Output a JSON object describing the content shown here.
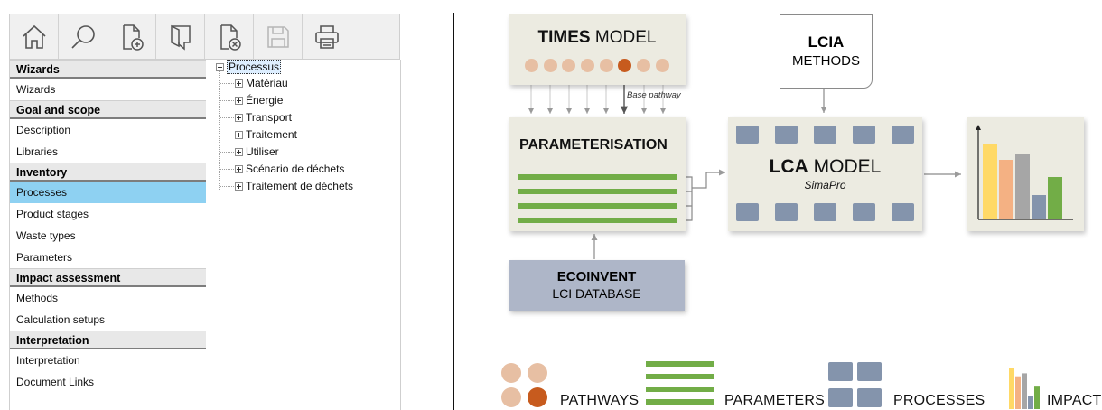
{
  "toolbar": {
    "buttons": [
      "home-icon",
      "search-icon",
      "new-document-icon",
      "open-book-icon",
      "close-document-icon",
      "save-icon",
      "print-icon"
    ]
  },
  "nav": {
    "sections": [
      {
        "header": "Wizards",
        "items": [
          "Wizards"
        ]
      },
      {
        "header": "Goal and scope",
        "items": [
          "Description",
          "Libraries"
        ]
      },
      {
        "header": "Inventory",
        "items": [
          "Processes",
          "Product stages",
          "Waste types",
          "Parameters"
        ]
      },
      {
        "header": "Impact assessment",
        "items": [
          "Methods",
          "Calculation setups"
        ]
      },
      {
        "header": "Interpretation",
        "items": [
          "Interpretation",
          "Document Links"
        ]
      }
    ],
    "selected": "Processes"
  },
  "tree": {
    "root": "Processus",
    "children": [
      "Matériau",
      "Énergie",
      "Transport",
      "Traitement",
      "Utiliser",
      "Scénario de déchets",
      "Traitement de déchets"
    ]
  },
  "diagram": {
    "times": {
      "bold": "TIMES",
      "rest": " MODEL",
      "base_pathway": "Base pathway"
    },
    "lcia": {
      "line1": "LCIA",
      "line2": "METHODS"
    },
    "parameterisation": "PARAMETERISATION",
    "lca": {
      "bold": "LCA",
      "rest": " MODEL",
      "sub": "SimaPro"
    },
    "ecoinvent": {
      "line1": "ECOINVENT",
      "line2": "LCI DATABASE"
    },
    "impact_bars": [
      {
        "color": "#ffd966",
        "value": 0.83
      },
      {
        "color": "#f4b183",
        "value": 0.66
      },
      {
        "color": "#a6a6a6",
        "value": 0.72
      },
      {
        "color": "#8494ac",
        "value": 0.27
      },
      {
        "color": "#72ad47",
        "value": 0.47
      }
    ],
    "legend": {
      "pathways": "PATHWAYS",
      "parameters": "PARAMETERS",
      "processes": "PROCESSES",
      "impacts": "IMPACTS"
    },
    "colors": {
      "pathway_light": "#e7bfa3",
      "pathway_active": "#c75b1e",
      "parameter_green": "#72ad47",
      "process_blue": "#8494ac",
      "box_bg": "#ecebe1",
      "ecoinvent_bg": "#aeb6c8"
    }
  }
}
